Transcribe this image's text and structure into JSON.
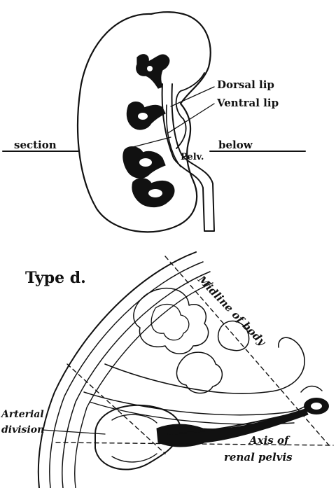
{
  "upper_figure": {
    "labels": {
      "dorsal_lip": "Dorsal lip",
      "ventral_lip": "Ventral lip",
      "pelvis": "Pelv.",
      "section_left": "section",
      "section_right": "below"
    }
  },
  "lower_figure": {
    "title": "Type d.",
    "labels": {
      "midline": "Midline of body",
      "arterial_division_line1": "Arterial",
      "arterial_division_line2": "division",
      "axis_line1": "Axis of",
      "axis_line2": "renal pelvis"
    }
  }
}
